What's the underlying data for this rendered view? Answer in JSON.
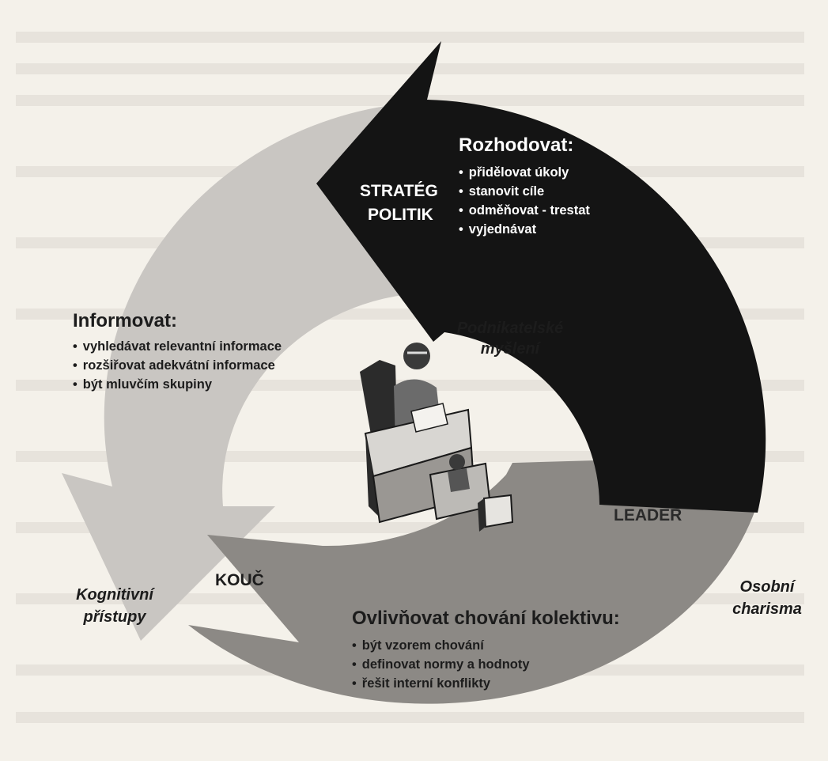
{
  "colors": {
    "dark_arrow": "#141414",
    "light_arrow": "#c9c6c2",
    "mid_arrow": "#8c8985",
    "page": "#f4f1ea"
  },
  "roles": {
    "strateg": "STRATÉG",
    "politik": "POLITIK",
    "leader": "LEADER",
    "kouc": "KOUČ"
  },
  "rozhodovat": {
    "heading": "Rozhodovat:",
    "items": [
      "přidělovat úkoly",
      "stanovit cíle",
      "odměňovat - trestat",
      "vyjednávat"
    ]
  },
  "informovat": {
    "heading": "Informovat:",
    "items": [
      "vyhledávat relevantní informace",
      "rozšiřovat adekvátní informace",
      "být mluvčím skupiny"
    ]
  },
  "ovlivnovat": {
    "heading": "Ovlivňovat chování kolektivu:",
    "items": [
      "být vzorem chování",
      "definovat normy a hodnoty",
      "řešit interní konflikty"
    ]
  },
  "approaches": {
    "podnikatelske_line1": "Podnikatelské",
    "podnikatelske_line2": "myšlení",
    "kognitivni_line1": "Kognitivní",
    "kognitivni_line2": "přístupy",
    "osobni_line1": "Osobní",
    "osobni_line2": "charisma"
  },
  "icons": {
    "center": "manager-at-desk-icon"
  }
}
